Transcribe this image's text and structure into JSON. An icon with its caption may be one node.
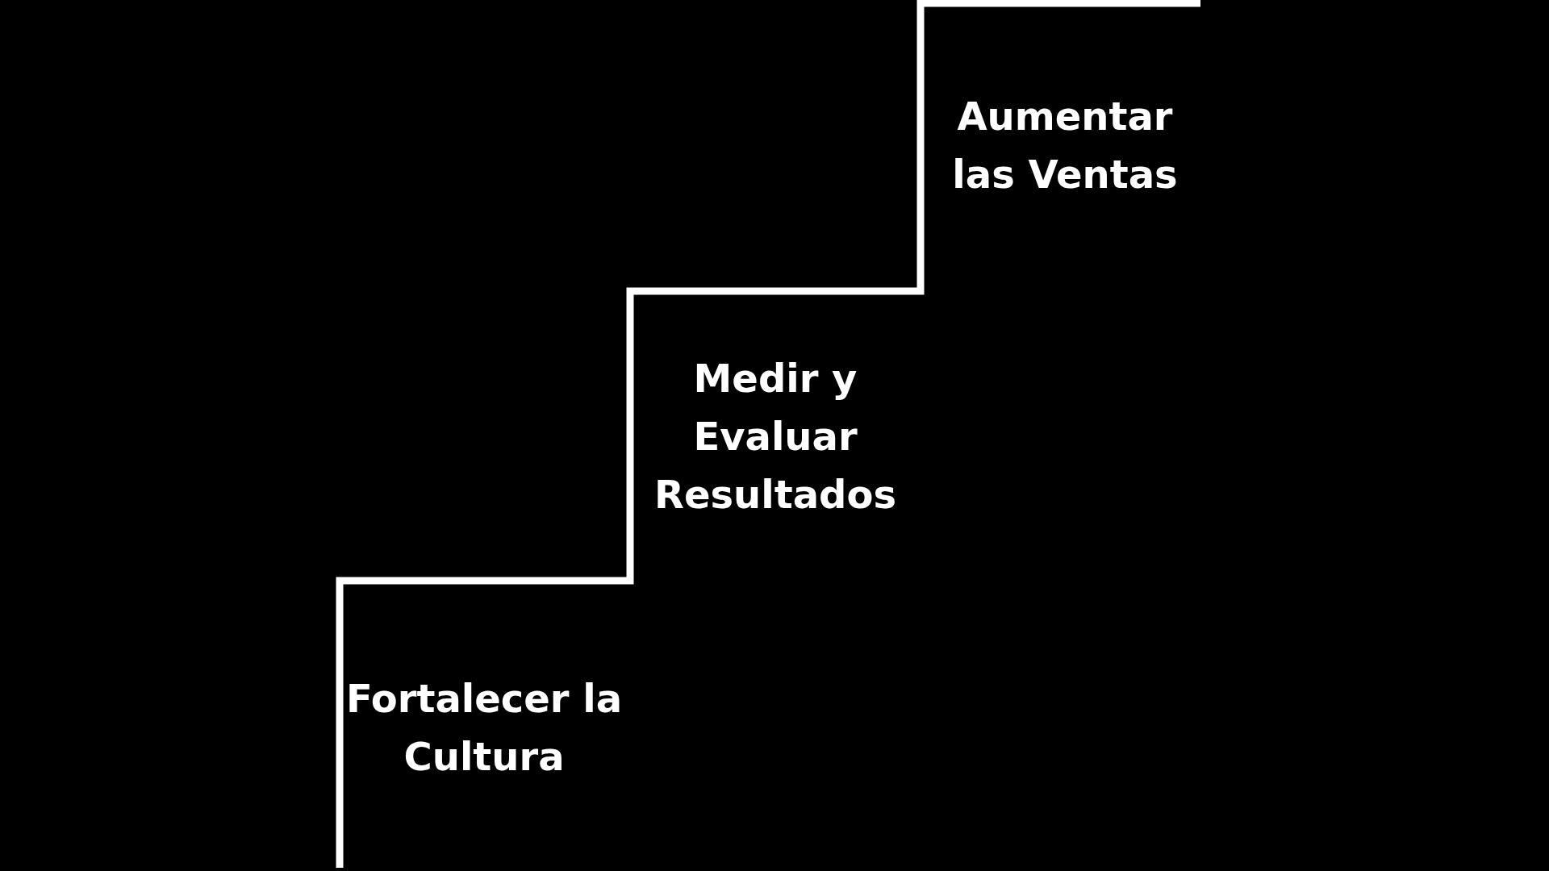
{
  "diagram": {
    "labels": [
      "Aumentar las Ventas",
      "Medir y Evaluar Resultados",
      "Fortalecer la Cultura"
    ]
  }
}
